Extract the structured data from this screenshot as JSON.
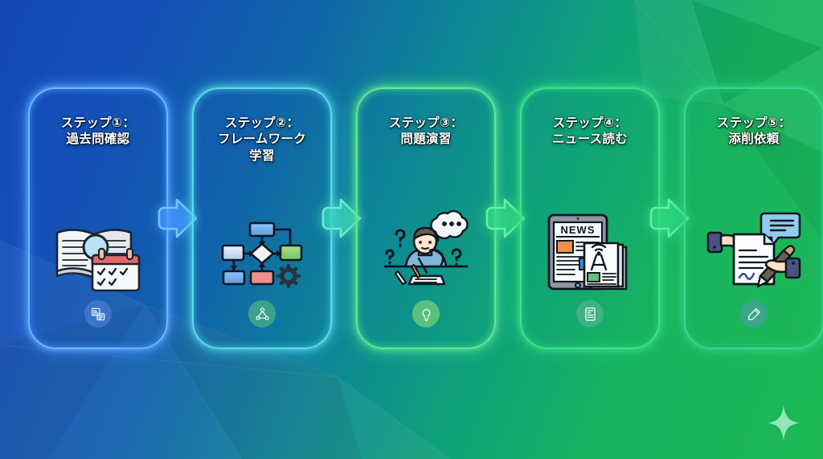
{
  "background": {
    "gradient_from": "#1447b4",
    "gradient_mid": "#0d8597",
    "gradient_to": "#1eb855",
    "style": "low-poly-facets"
  },
  "sparkle": {
    "name": "sparkle-star",
    "color": "#9fe8c4"
  },
  "steps": [
    {
      "title": "ステップ①：\n過去問確認",
      "ring": "#6fb4ff",
      "glow": "#3f8fff",
      "fill": "#143a72",
      "badge": "#3d74c8",
      "illustration": "book-magnifier-calendar",
      "badge_icon": "past-exam-documents-icon"
    },
    {
      "title": "ステップ②：\nフレームワーク\n学習",
      "ring": "#5fd8e8",
      "glow": "#38bcd8",
      "fill": "#123d63",
      "badge": "#3fa08c",
      "illustration": "flowchart-diagram",
      "badge_icon": "node-network-icon"
    },
    {
      "title": "ステップ③：\n問題演習",
      "ring": "#62e59a",
      "glow": "#3fd888",
      "fill": "#104a57",
      "badge": "#5bc07e",
      "illustration": "student-thinking-questions",
      "badge_icon": "brainstorm-icon"
    },
    {
      "title": "ステップ④：\nニュース読む",
      "ring": "#3fdf8e",
      "glow": "#22d27c",
      "fill": "#10514f",
      "badge": "#3fb183",
      "illustration": "tablet-news-newspaper",
      "badge_icon": "news-document-icon"
    },
    {
      "title": "ステップ⑤：\n添削依頼",
      "ring": "#3ad489",
      "glow": "#20c878",
      "fill": "#12544a",
      "badge": "#3ba589",
      "illustration": "hands-document-pen-feedback",
      "badge_icon": "edit-review-icon"
    }
  ],
  "arrows": [
    {
      "name": "arrow-step1-to-step2",
      "color": "#63b8ff"
    },
    {
      "name": "arrow-step2-to-step3",
      "color": "#55dcc8"
    },
    {
      "name": "arrow-step3-to-step4",
      "color": "#4ce79a"
    },
    {
      "name": "arrow-step4-to-step5",
      "color": "#45e795"
    }
  ]
}
